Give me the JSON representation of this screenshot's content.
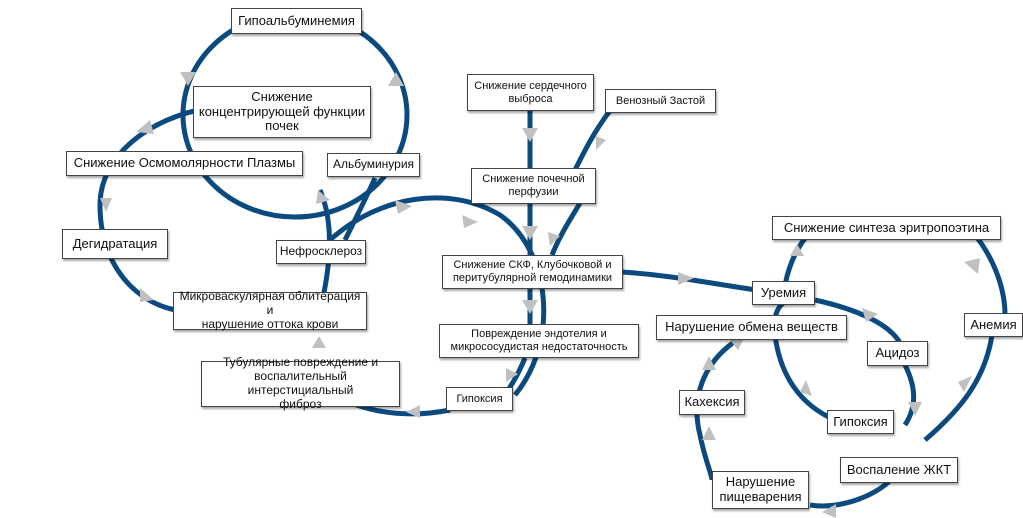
{
  "colors": {
    "line": "#0b4a7e",
    "arrow": "#c0c0c0",
    "box_border": "#444444"
  },
  "nodes": {
    "hypoalbuminemia": "Гипоальбуминемия",
    "reduced_concentrating": "Снижение\nконцентрирующей функции\nпочек",
    "reduced_osmolarity": "Снижение Осмомолярности Плазмы",
    "albuminuria": "Альбуминурия",
    "dehydration": "Дегидратация",
    "nephrosclerosis": "Нефросклероз",
    "microvascular": "Микроваскулярная облитерация и\nнарушение оттока крови",
    "tubular": "Тубулярные повреждение и\nвоспалительный интерстициальный\nфиброз",
    "hypoxia_left": "Гипоксия",
    "reduced_cardiac_output": "Снижение сердечного\nвыброса",
    "venous_congestion": "Венозный Застой",
    "reduced_renal_perfusion": "Снижение почечной\nперфузии",
    "reduced_gfr": "Снижение СКФ, Клубочковой и\nперитубулярной гемодинамики",
    "endothelial_damage": "Повреждение эндотелия и\nмикрососудистая недостаточность",
    "reduced_epo": "Снижение синтеза эритропоэтина",
    "uremia": "Уремия",
    "metabolic_disorder": "Нарушение обмена веществ",
    "anemia": "Анемия",
    "acidosis": "Ацидоз",
    "cachexia": "Кахексия",
    "hypoxia_right": "Гипоксия",
    "gi_inflammation": "Воспаление ЖКТ",
    "digestion_disorder": "Нарушение\nпищеварения"
  }
}
